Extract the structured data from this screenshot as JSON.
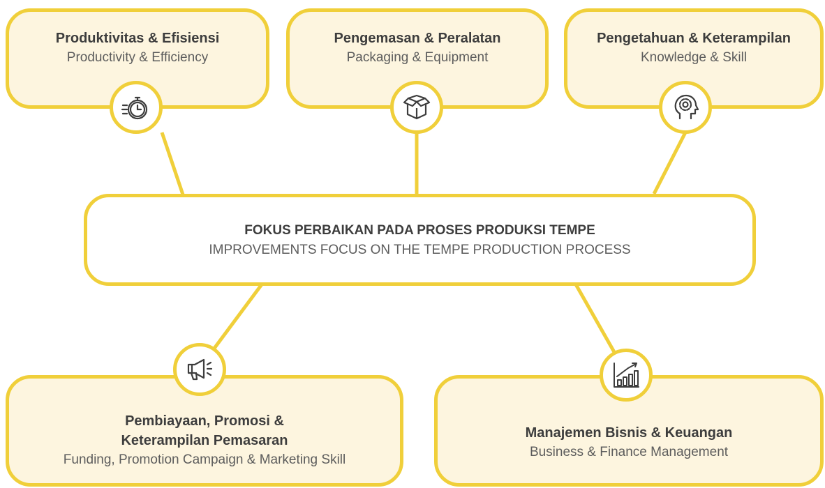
{
  "center": {
    "title": "FOKUS PERBAIKAN PADA PROSES PRODUKSI TEMPE",
    "subtitle": "IMPROVEMENTS FOCUS ON THE TEMPE PRODUCTION PROCESS"
  },
  "nodes": [
    {
      "title": "Produktivitas & Efisiensi",
      "subtitle": "Productivity & Efficiency",
      "icon": "stopwatch-icon"
    },
    {
      "title": "Pengemasan & Peralatan",
      "subtitle": "Packaging & Equipment",
      "icon": "box-icon"
    },
    {
      "title": "Pengetahuan & Keterampilan",
      "subtitle": "Knowledge & Skill",
      "icon": "head-gear-icon"
    },
    {
      "title_line1": "Pembiayaan, Promosi &",
      "title_line2": "Keterampilan Pemasaran",
      "subtitle": "Funding, Promotion Campaign & Marketing Skill",
      "icon": "megaphone-icon"
    },
    {
      "title": "Manajemen Bisnis & Keuangan",
      "subtitle": "Business & Finance Management",
      "icon": "growth-chart-icon"
    }
  ],
  "colors": {
    "accent": "#f0cf3a",
    "box_fill": "#fdf5df",
    "text": "#3d3d3d"
  }
}
